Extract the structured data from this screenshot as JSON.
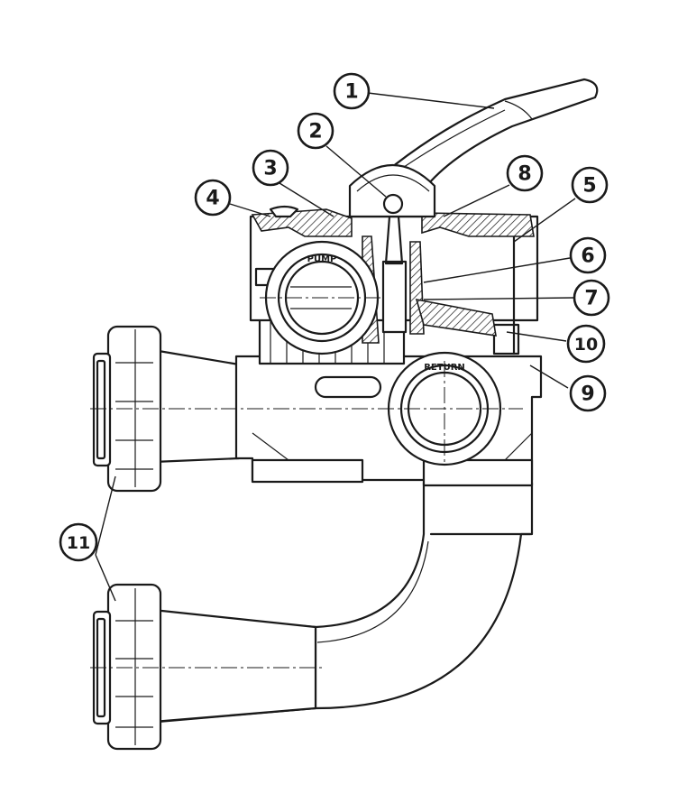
{
  "callouts": [
    {
      "number": "1"
    },
    {
      "number": "2"
    },
    {
      "number": "3"
    },
    {
      "number": "4"
    },
    {
      "number": "5"
    },
    {
      "number": "6"
    },
    {
      "number": "7"
    },
    {
      "number": "8"
    },
    {
      "number": "9"
    },
    {
      "number": "10"
    },
    {
      "number": "11"
    }
  ],
  "port_labels": {
    "pump": "PUMP",
    "return": "RETURN"
  }
}
